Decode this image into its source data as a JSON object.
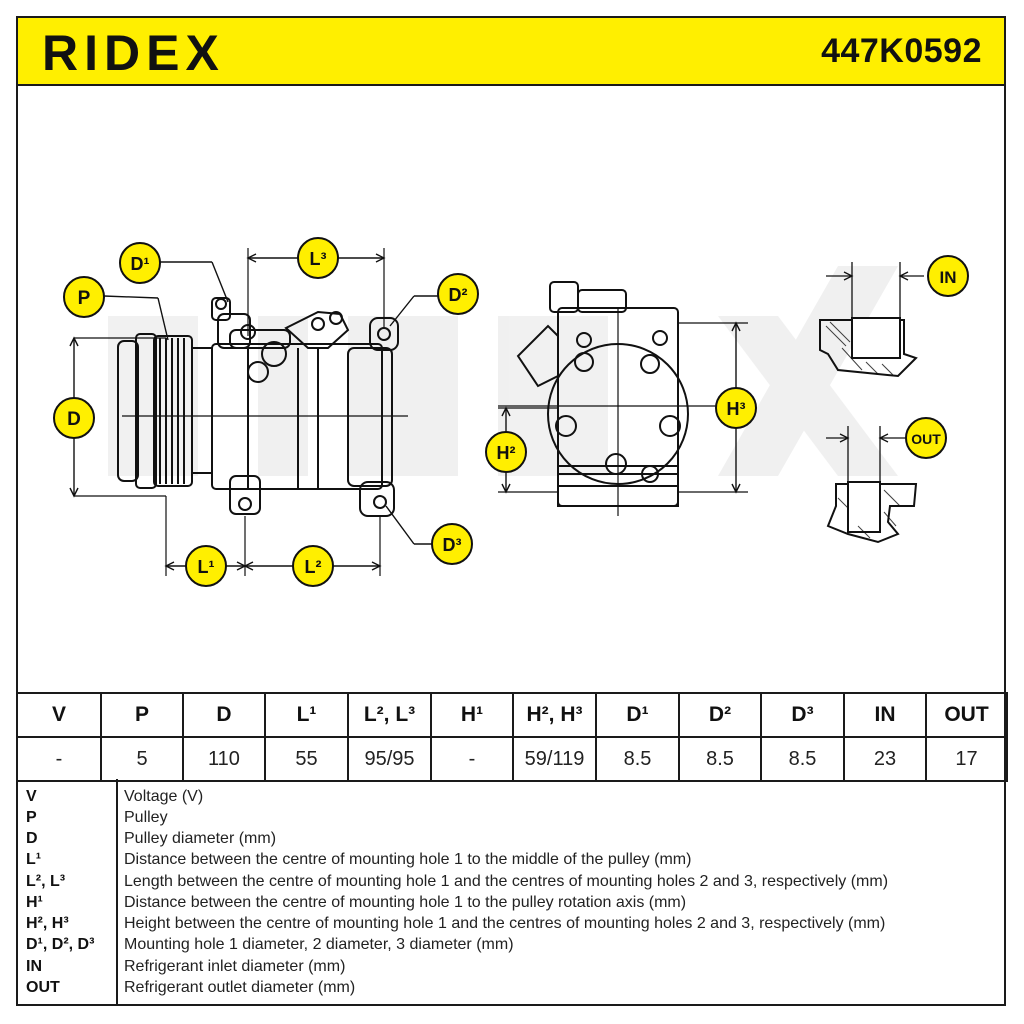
{
  "header": {
    "brand": "RIDEX",
    "part_number": "447K0592"
  },
  "drawing": {
    "labels": {
      "D1": "D¹",
      "D2": "D²",
      "D3": "D³",
      "P": "P",
      "D": "D",
      "L1": "L¹",
      "L2": "L²",
      "L3": "L³",
      "H2": "H²",
      "H3": "H³",
      "IN": "IN",
      "OUT": "OUT"
    },
    "colors": {
      "badge": "#ffef00",
      "ink": "#111111"
    }
  },
  "specs": {
    "headers": [
      "V",
      "P",
      "D",
      "L¹",
      "L², L³",
      "H¹",
      "H², H³",
      "D¹",
      "D²",
      "D³",
      "IN",
      "OUT"
    ],
    "values": [
      "-",
      "5",
      "110",
      "55",
      "95/95",
      "-",
      "59/119",
      "8.5",
      "8.5",
      "8.5",
      "23",
      "17"
    ]
  },
  "legend": [
    {
      "key": "V",
      "text": "Voltage (V)"
    },
    {
      "key": "P",
      "text": "Pulley"
    },
    {
      "key": "D",
      "text": "Pulley diameter (mm)"
    },
    {
      "key": "L¹",
      "text": "Distance between the centre of mounting hole 1 to the middle of the pulley (mm)"
    },
    {
      "key": "L², L³",
      "text": "Length between the centre of mounting hole 1 and the centres of mounting holes 2 and 3, respectively (mm)"
    },
    {
      "key": "H¹",
      "text": "Distance between the centre of mounting hole 1 to the pulley rotation axis (mm)"
    },
    {
      "key": "H², H³",
      "text": "Height between the centre of mounting hole 1 and the centres of mounting holes 2 and 3, respectively (mm)"
    },
    {
      "key": "D¹, D², D³",
      "text": "Mounting hole 1 diameter, 2 diameter, 3 diameter (mm)"
    },
    {
      "key": "IN",
      "text": "Refrigerant inlet diameter (mm)"
    },
    {
      "key": "OUT",
      "text": "Refrigerant outlet diameter (mm)"
    }
  ]
}
